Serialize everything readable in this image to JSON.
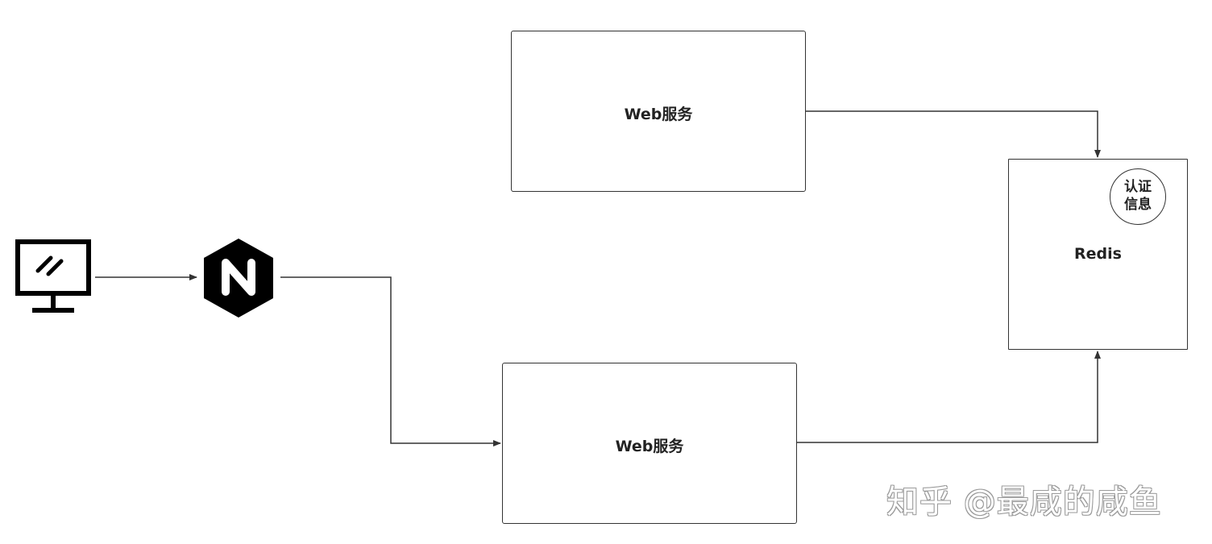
{
  "nodes": {
    "web_top": {
      "label": "Web服务"
    },
    "web_bottom": {
      "label": "Web服务"
    },
    "redis": {
      "label": "Redis"
    },
    "auth_info": {
      "label": "认证\n信息"
    }
  },
  "icons": {
    "client": "computer-monitor-icon",
    "proxy": "nginx-logo-icon"
  },
  "edges": [
    {
      "from": "client",
      "to": "nginx"
    },
    {
      "from": "nginx",
      "to": "web_bottom"
    },
    {
      "from": "web_top",
      "to": "redis"
    },
    {
      "from": "web_bottom",
      "to": "redis"
    }
  ],
  "watermark": "知乎 @最咸的咸鱼",
  "colors": {
    "stroke": "#333333",
    "text": "#222222",
    "icon": "#000000"
  }
}
